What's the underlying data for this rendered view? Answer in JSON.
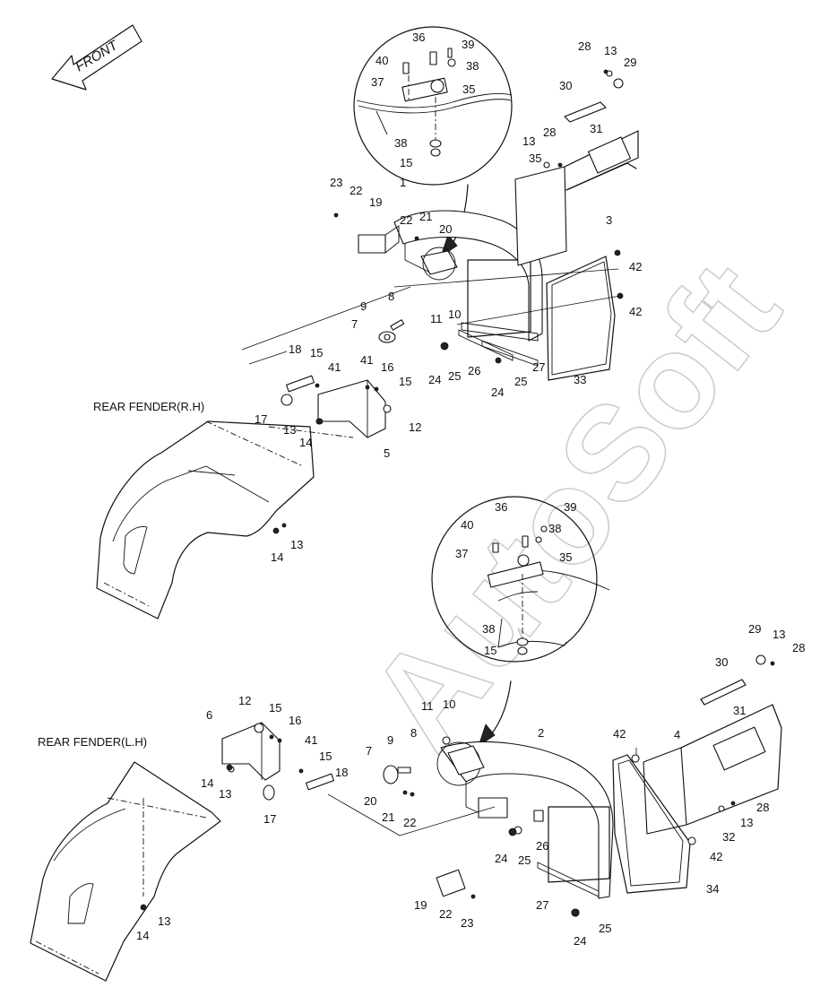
{
  "front_arrow_label": "FRONT",
  "section_labels": {
    "rh": "REAR FENDER(R.H)",
    "lh": "REAR FENDER(L.H)"
  },
  "watermark": "AutoSoft",
  "callouts": {
    "rh_detail": [
      "36",
      "39",
      "40",
      "38",
      "37",
      "35",
      "38",
      "15"
    ],
    "rh_main": [
      "1",
      "23",
      "22",
      "19",
      "22",
      "21",
      "20",
      "28",
      "13",
      "29",
      "30",
      "31",
      "13",
      "28",
      "35",
      "3",
      "42",
      "42",
      "9",
      "8",
      "11",
      "10",
      "7",
      "18",
      "15",
      "41",
      "41",
      "16",
      "15",
      "17",
      "13",
      "14",
      "12",
      "5",
      "24",
      "25",
      "26",
      "24",
      "25",
      "27",
      "33",
      "13",
      "14"
    ],
    "lh_detail": [
      "36",
      "39",
      "40",
      "38",
      "37",
      "35",
      "38",
      "15"
    ],
    "lh_main": [
      "29",
      "13",
      "28",
      "30",
      "31",
      "12",
      "15",
      "16",
      "6",
      "41",
      "15",
      "18",
      "14",
      "13",
      "17",
      "11",
      "10",
      "9",
      "8",
      "7",
      "2",
      "42",
      "4",
      "20",
      "21",
      "22",
      "28",
      "13",
      "32",
      "24",
      "25",
      "26",
      "42",
      "34",
      "19",
      "22",
      "23",
      "27",
      "24",
      "25",
      "13",
      "14"
    ]
  }
}
